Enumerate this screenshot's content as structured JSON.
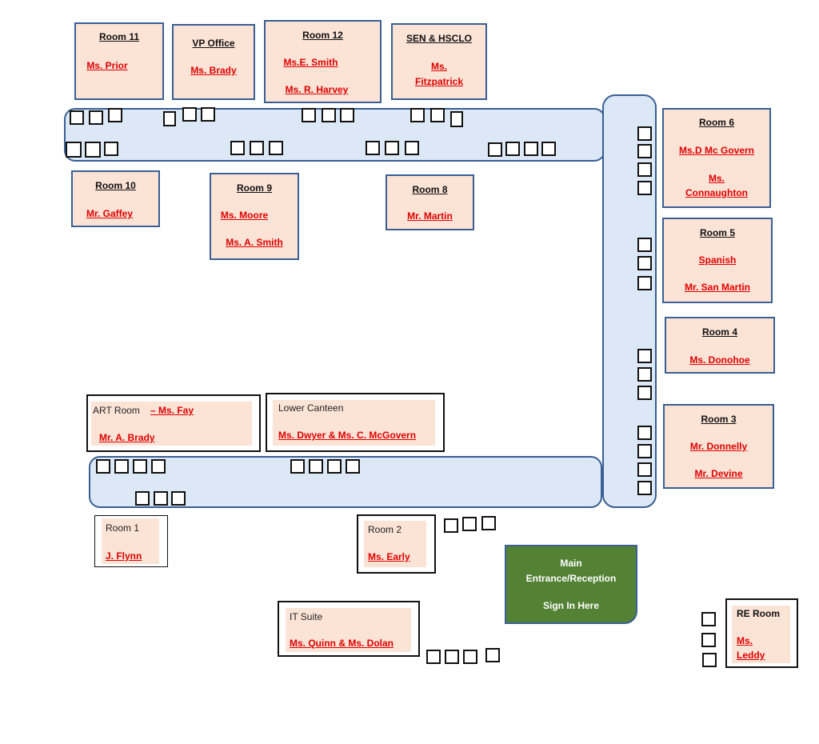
{
  "rooms": {
    "room11": {
      "title": "Room 11",
      "names": [
        "Ms. Prior"
      ]
    },
    "vp": {
      "title": "VP Office",
      "names": [
        "Ms. Brady"
      ]
    },
    "room12": {
      "title": "Room 12",
      "names": [
        "Ms.E. Smith",
        "Ms. R. Harvey"
      ]
    },
    "sen": {
      "title": "SEN & HSCLO",
      "names": [
        "Ms.",
        "Fitzpatrick"
      ]
    },
    "room10": {
      "title": "Room 10",
      "names": [
        "Mr. Gaffey"
      ]
    },
    "room9": {
      "title": "Room 9",
      "names": [
        "Ms. Moore",
        "Ms. A. Smith"
      ]
    },
    "room8": {
      "title": "Room 8",
      "names": [
        "Mr. Martin"
      ]
    },
    "room6": {
      "title": "Room 6",
      "names": [
        "Ms.D Mc Govern",
        "Ms.",
        "Connaughton"
      ]
    },
    "room5": {
      "title": "Room 5",
      "names": [
        "Spanish",
        "Mr. San Martin"
      ]
    },
    "room4": {
      "title": "Room 4",
      "names": [
        "Ms. Donohoe"
      ]
    },
    "room3": {
      "title": "Room 3",
      "names": [
        "Mr. Donnelly",
        "Mr. Devine"
      ]
    },
    "art": {
      "title": "ART Room ",
      "names": [
        "– Ms. Fay",
        "Mr. A. Brady"
      ]
    },
    "canteen": {
      "title": "Lower Canteen",
      "names": [
        "Ms. Dwyer & Ms. C. McGovern"
      ]
    },
    "room1": {
      "title": "Room 1",
      "names": [
        "J. Flynn"
      ]
    },
    "room2": {
      "title": "Room 2",
      "names": [
        "Ms. Early"
      ]
    },
    "it": {
      "title": "IT Suite",
      "names": [
        "Ms. Quinn & Ms. Dolan"
      ]
    },
    "re": {
      "title": "RE Room",
      "names": [
        "Ms.",
        "Leddy"
      ]
    }
  },
  "entrance": {
    "lines": [
      "Main",
      "Entrance/Reception",
      "Sign In Here"
    ]
  },
  "colors": {
    "corridor": "#dce8f5",
    "room_fill": "#fbe3d6",
    "border_blue": "#3a5f94",
    "name_red": "#e00000",
    "entrance_green": "#548235"
  }
}
